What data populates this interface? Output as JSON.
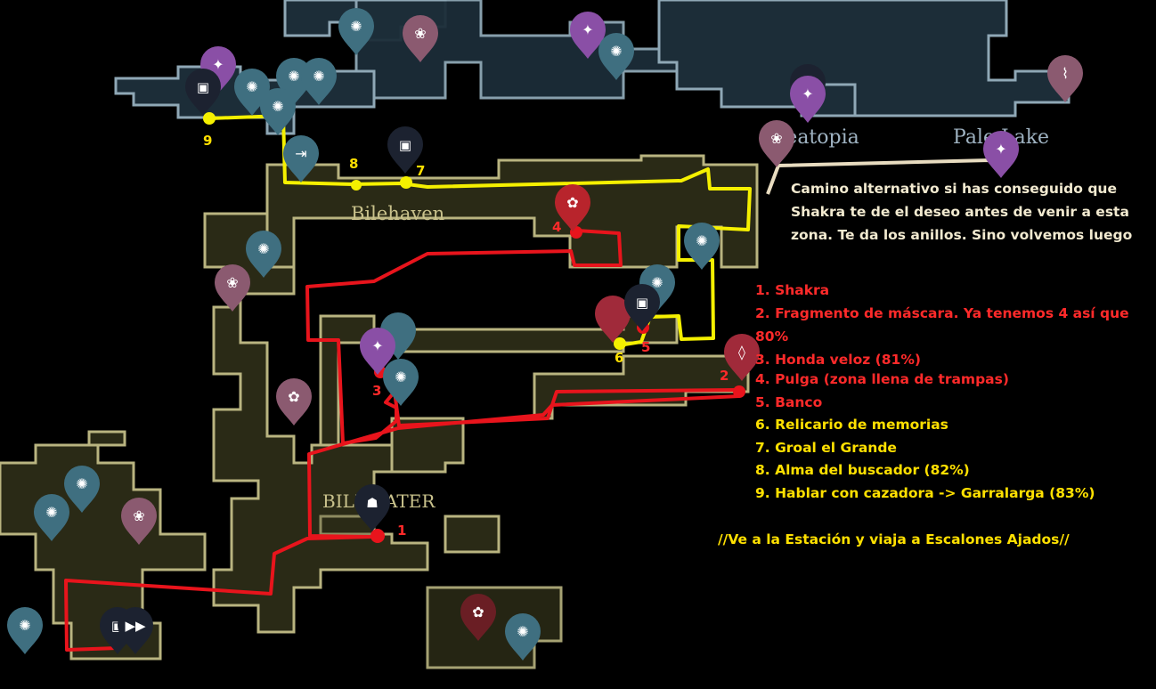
{
  "areas": {
    "fleatopia": "Fleatopia",
    "pale_lake": "Pale Lake",
    "bilehaven": "Bilehaven",
    "bilewater": "BILEWATER"
  },
  "note": "Camino alternativo si has conseguido que Shakra te de el deseo antes de venir a esta zona. Te da los anillos. Sino volvemos luego",
  "legend": [
    {
      "text": "1. Shakra",
      "color": "#ff2a2a"
    },
    {
      "text": "2. Fragmento de máscara. Ya tenemos 4 así que",
      "color": "#ff2a2a"
    },
    {
      "text": "80%",
      "color": "#ff2a2a"
    },
    {
      "text": "3. Honda veloz (81%)",
      "color": "#ff2a2a"
    },
    {
      "text": "4. Pulga (zona llena de trampas)",
      "color": "#ff2a2a"
    },
    {
      "text": "5. Banco",
      "color": "#ff2a2a"
    },
    {
      "text": "6. Relicario de memorias",
      "color": "#ffe000"
    },
    {
      "text": "7. Groal el Grande",
      "color": "#ffe000"
    },
    {
      "text": "8. Alma del buscador  (82%)",
      "color": "#ffe000"
    },
    {
      "text": "9. Hablar con cazadora -> Garralarga (83%)",
      "color": "#ffe000"
    }
  ],
  "footer": "//Ve a la Estación y viaja a Escalones Ajados//",
  "route_numbers": {
    "red": [
      "1",
      "2",
      "3",
      "4",
      "5"
    ],
    "yellow": [
      "6",
      "7",
      "8",
      "9"
    ]
  },
  "colors": {
    "red_route": "#e8141c",
    "yellow_route": "#f5f000",
    "alt_route": "#e8dcc0",
    "bilewater_wall": "#b9b480",
    "upper_wall": "#8fa8b6"
  }
}
